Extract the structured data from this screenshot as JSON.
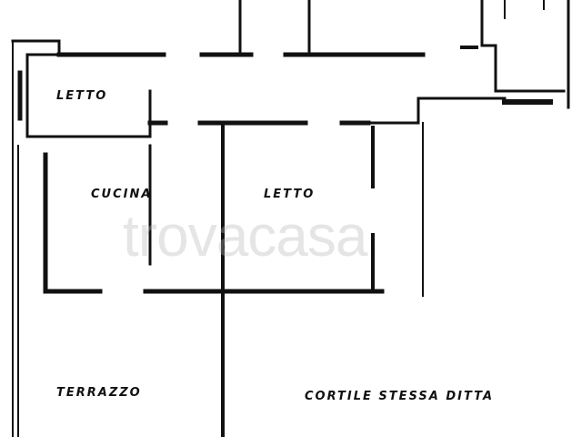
{
  "rooms": {
    "bedroom_1": "LETTO",
    "kitchen": "CUCINA",
    "bedroom_2": "LETTO",
    "terrace": "TERRAZZO",
    "courtyard": "CORTILE STESSA DITTA"
  },
  "watermark": "trovacasa",
  "colors": {
    "wall": "#111111",
    "background": "#ffffff"
  }
}
